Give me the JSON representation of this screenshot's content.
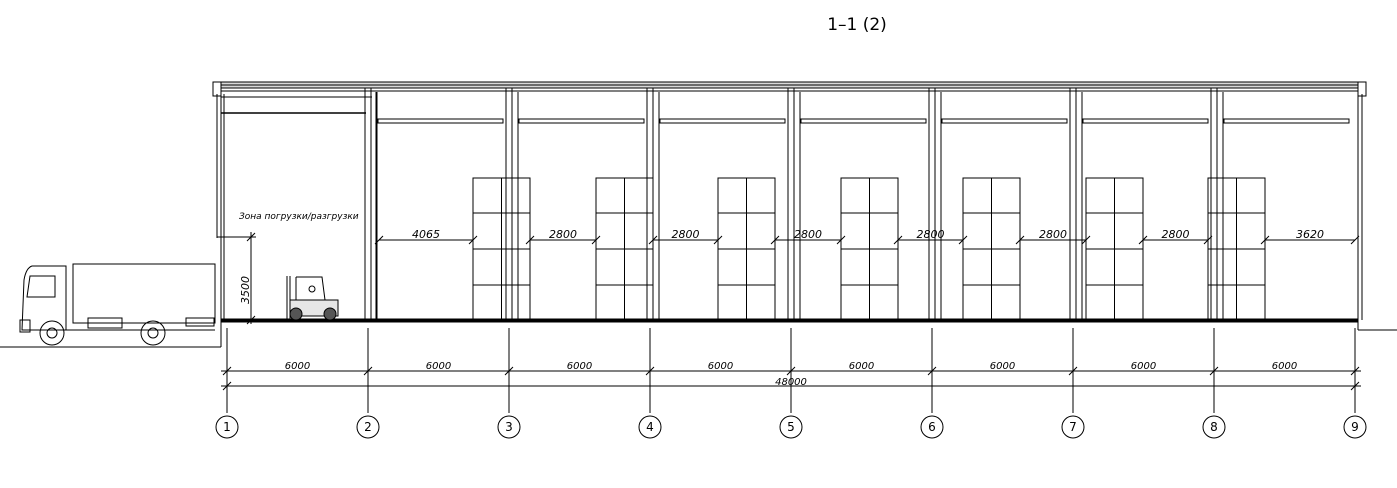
{
  "title": "1–1 (2)",
  "zone_label": "Зона погрузки/разгрузки",
  "height_dim": "3500",
  "axes": [
    "1",
    "2",
    "3",
    "4",
    "5",
    "6",
    "7",
    "8",
    "9"
  ],
  "span_dims": [
    "6000",
    "6000",
    "6000",
    "6000",
    "6000",
    "6000",
    "6000",
    "6000"
  ],
  "total_dim": "48000",
  "rack_dims": [
    "4065",
    "2800",
    "2800",
    "2800",
    "2800",
    "2800",
    "2800",
    "3620"
  ]
}
